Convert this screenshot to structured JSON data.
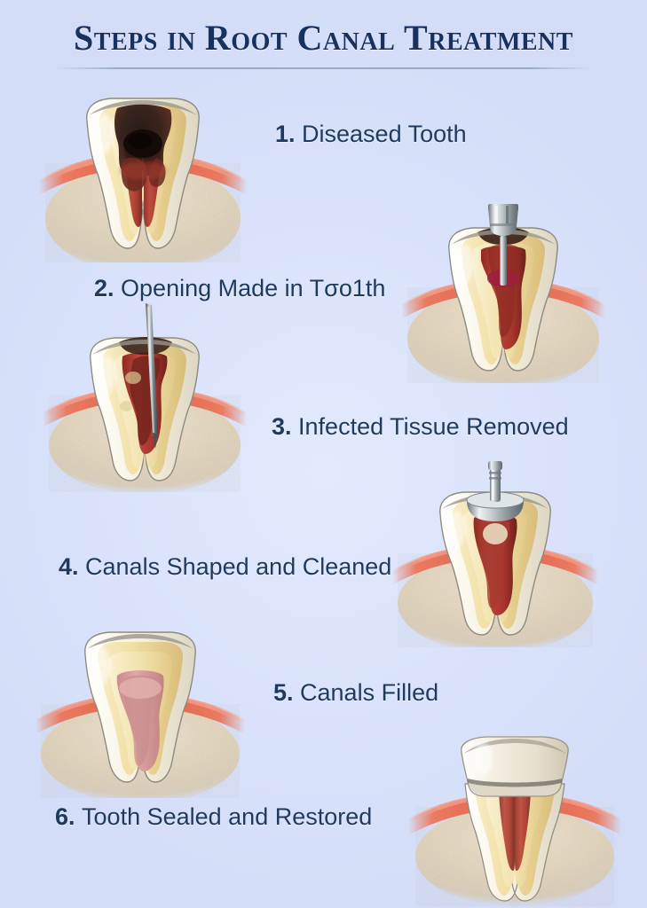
{
  "document": {
    "title": "Steps in Root Canal Treatment",
    "type": "medical-infographic",
    "background_color": "#dae3fb",
    "title_color": "#17325e",
    "label_color": "#1e3a5f"
  },
  "palette": {
    "enamel_light": "#fdfaf0",
    "enamel_shadow": "#e3ded0",
    "enamel_outline": "#8d8b80",
    "dentin_light": "#f6e7b8",
    "dentin_mid": "#ecd79a",
    "dentin_dark": "#d8bd78",
    "pulp_red": "#b0392f",
    "pulp_dark": "#7c2420",
    "pulp_healthy": "#d99a9a",
    "decay_black": "#241310",
    "decay_brown": "#53231c",
    "gum_light": "#f08a72",
    "gum_mid": "#e2604a",
    "gum_dark": "#c44a38",
    "bone_light": "#ece0cc",
    "bone_mid": "#ddcdb2",
    "bone_speck": "#b9a384",
    "metal_light": "#f2f4f5",
    "metal_mid": "#b9c0c4",
    "metal_dark": "#6e767b",
    "crown_white": "#efeade"
  },
  "steps": [
    {
      "number": "1.",
      "text": "Diseased Tooth",
      "label_side": "right",
      "figure_side": "left",
      "figure": "diseased-tooth",
      "instrument": "none",
      "has_decay": true,
      "has_crown": false
    },
    {
      "number": "2.",
      "text": "Opening Made in Tσo1th",
      "label_side": "left",
      "figure_side": "right",
      "figure": "tooth-with-bur-drill",
      "instrument": "bur-drill",
      "has_decay": true,
      "has_crown": false
    },
    {
      "number": "3.",
      "text": "Infected Tissue Removed",
      "label_side": "right",
      "figure_side": "left",
      "figure": "tooth-with-endodontic-file",
      "instrument": "endodontic-file",
      "has_decay": true,
      "has_crown": false
    },
    {
      "number": "4.",
      "text": "Canals Shaped and Cleaned",
      "label_side": "left",
      "figure_side": "right",
      "figure": "tooth-with-shaping-tool",
      "instrument": "shaping-tool",
      "has_decay": false,
      "has_crown": false
    },
    {
      "number": "5.",
      "text": "Canals Filled",
      "label_side": "right",
      "figure_side": "left",
      "figure": "tooth-filled",
      "instrument": "none",
      "has_decay": false,
      "has_crown": false
    },
    {
      "number": "6.",
      "text": "Tooth Sealed and Restored",
      "label_side": "left",
      "figure_side": "right",
      "figure": "tooth-with-crown",
      "instrument": "none",
      "has_decay": false,
      "has_crown": true
    }
  ]
}
